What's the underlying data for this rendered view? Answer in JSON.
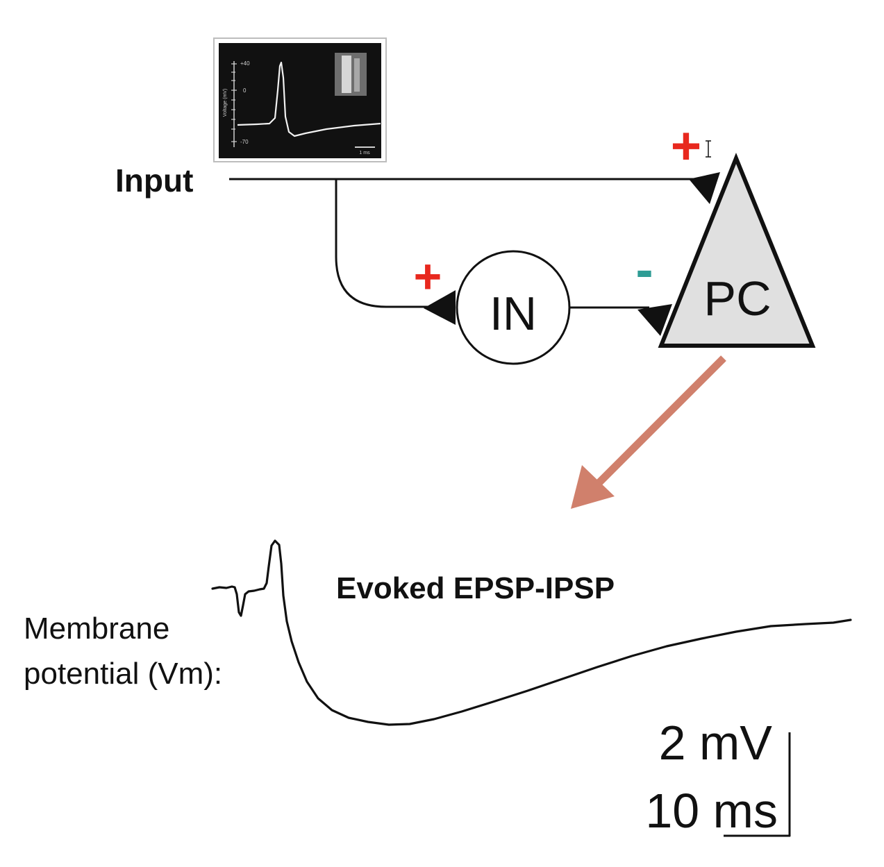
{
  "labels": {
    "input": "Input",
    "interneuron": "IN",
    "pyramidal_cell": "PC",
    "trace_title": "Evoked EPSP-IPSP",
    "membrane_line1": "Membrane",
    "membrane_line2": "potential (Vm):",
    "scale_voltage": "2 mV",
    "scale_time": "10 ms"
  },
  "signs": {
    "excitatory_pc": "+",
    "excitatory_in": "+",
    "inhibitory": "-"
  },
  "inset": {
    "y_ticks": [
      "+40",
      "0",
      "-70"
    ],
    "y_label": "Voltage (mV)",
    "x_scale": "1 ms"
  },
  "colors": {
    "excitatory": "#e8281e",
    "inhibitory": "#2e9c94",
    "arrow": "#d0806c",
    "pc_fill": "#e0e0e0",
    "line": "#111111"
  }
}
